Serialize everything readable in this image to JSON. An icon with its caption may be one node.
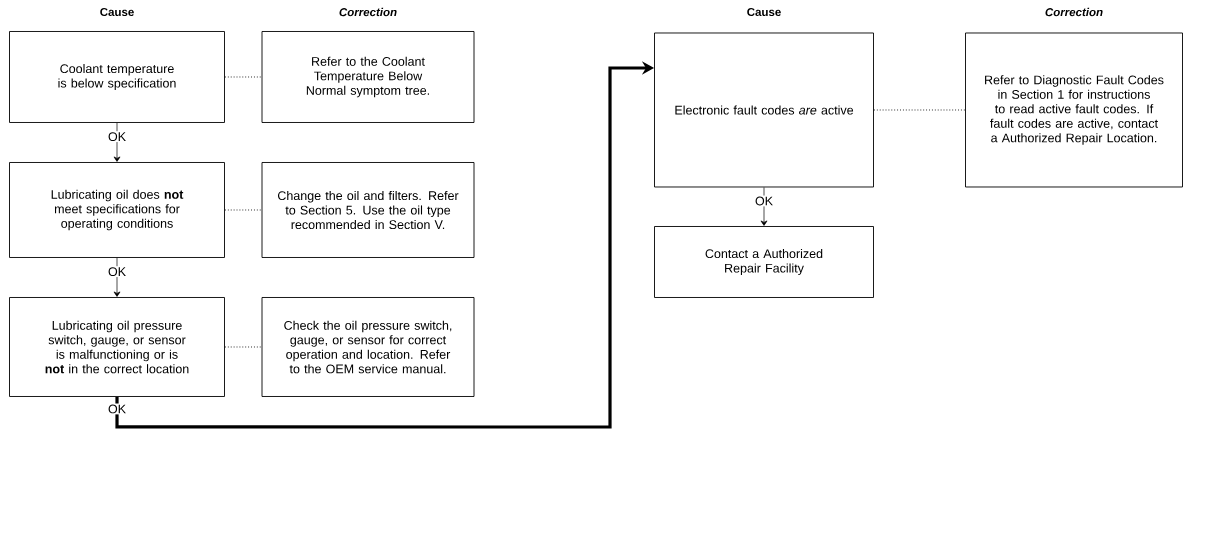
{
  "diagram": {
    "nodes": [
      {
        "text": [
          "Coolant temperature is below specification"
        ]
      },
      {
        "text": [
          "Refer to the Coolant Temperature Below Normal symptom tree."
        ]
      },
      {
        "text": [
          "Lubricating oil does **not** meet specifications for operating conditions"
        ]
      },
      {
        "text": [
          "Change the oil and filters. Refer to Section 5. Use the oil type recommended in Section V."
        ]
      },
      {
        "text": [
          "Lubricating oil pressure switch, gauge, or sensor is malfunctioning or is **not** in the correct location"
        ]
      },
      {
        "text": [
          "Check the oil pressure switch, gauge, or sensor for correct operation and location. Refer to the OEM service manual."
        ]
      },
      {
        "text": [
          "Electronic fault codes *are* active"
        ]
      },
      {
        "text": [
          "Refer to Diagnostic Fault Codes in Section 1 for instructions to read active fault codes. If fault codes are active, contact a Authorized Repair Location."
        ]
      },
      {
        "text": [
          "Contact a Authorized Repair Facility"
        ]
      }
    ],
    "edges": [
      {
        "from": 0,
        "to": 1,
        "arrow": "none",
        "style": "dashed"
      },
      {
        "from": 0,
        "to": 2,
        "arrow": "to",
        "label": "OK"
      },
      {
        "from": 2,
        "to": 3,
        "arrow": "none",
        "style": "dashed"
      },
      {
        "from": 2,
        "to": 4,
        "arrow": "to",
        "label": "OK"
      },
      {
        "from": 4,
        "to": 5,
        "arrow": "none",
        "style": "dashed"
      },
      {
        "from": 4,
        "to": 6,
        "arrow": "to",
        "label": "OK",
        "style": "thick"
      },
      {
        "from": 6,
        "to": 7,
        "arrow": "none",
        "style": "dashed"
      },
      {
        "from": 6,
        "to": 8,
        "arrow": "to",
        "label": "OK"
      }
    ],
    "labels": [
      "Cause",
      "Correction",
      "Cause",
      "Correction"
    ]
  }
}
